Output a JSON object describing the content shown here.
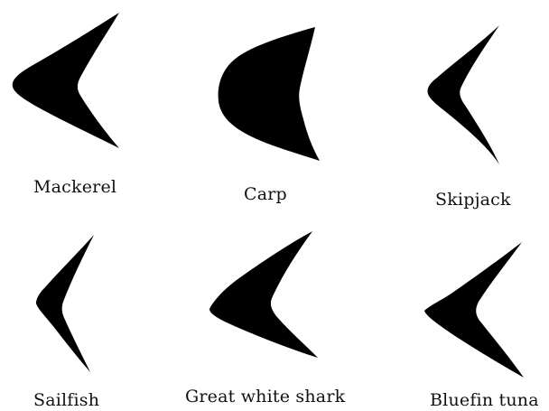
{
  "figure": {
    "fins": [
      {
        "id": "mackerel",
        "label": "Mackerel"
      },
      {
        "id": "carp",
        "label": "Carp"
      },
      {
        "id": "skipjack",
        "label": "Skipjack"
      },
      {
        "id": "sailfish",
        "label": "Sailfish"
      },
      {
        "id": "great-white-shark",
        "label": "Great white shark"
      },
      {
        "id": "bluefin-tuna",
        "label": "Bluefin tuna"
      }
    ],
    "colors": {
      "fin_fill": "#000000",
      "label_text": "#111111",
      "background": "#ffffff"
    }
  }
}
